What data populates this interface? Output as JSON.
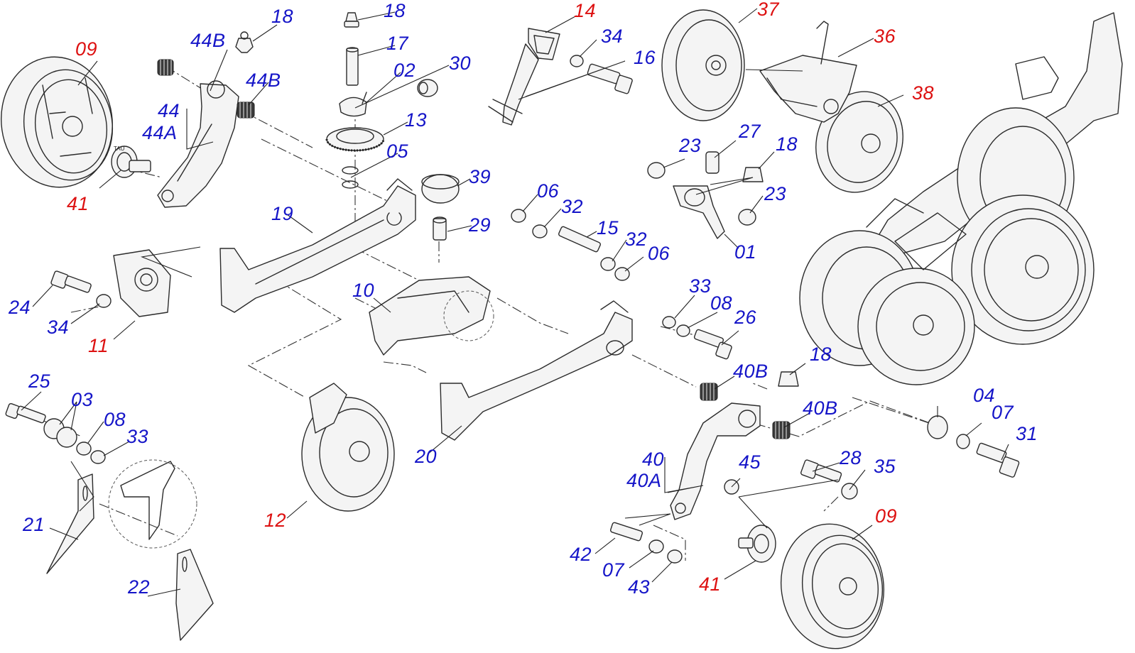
{
  "colors": {
    "blue_label": "#1515c8",
    "red_label": "#dd1111",
    "line": "#2b2b2b"
  },
  "labels": [
    {
      "text": "09",
      "color": "red"
    },
    {
      "text": "41",
      "color": "red"
    },
    {
      "text": "44B",
      "color": "blue"
    },
    {
      "text": "18",
      "color": "blue"
    },
    {
      "text": "44B",
      "color": "blue"
    },
    {
      "text": "44",
      "color": "blue"
    },
    {
      "text": "44A",
      "color": "blue"
    },
    {
      "text": "18",
      "color": "blue"
    },
    {
      "text": "17",
      "color": "blue"
    },
    {
      "text": "02",
      "color": "blue"
    },
    {
      "text": "30",
      "color": "blue"
    },
    {
      "text": "13",
      "color": "blue"
    },
    {
      "text": "05",
      "color": "blue"
    },
    {
      "text": "14",
      "color": "red"
    },
    {
      "text": "34",
      "color": "blue"
    },
    {
      "text": "16",
      "color": "blue"
    },
    {
      "text": "37",
      "color": "red"
    },
    {
      "text": "36",
      "color": "red"
    },
    {
      "text": "38",
      "color": "red"
    },
    {
      "text": "19",
      "color": "blue"
    },
    {
      "text": "39",
      "color": "blue"
    },
    {
      "text": "29",
      "color": "blue"
    },
    {
      "text": "06",
      "color": "blue"
    },
    {
      "text": "32",
      "color": "blue"
    },
    {
      "text": "15",
      "color": "blue"
    },
    {
      "text": "32",
      "color": "blue"
    },
    {
      "text": "06",
      "color": "blue"
    },
    {
      "text": "23",
      "color": "blue"
    },
    {
      "text": "27",
      "color": "blue"
    },
    {
      "text": "18",
      "color": "blue"
    },
    {
      "text": "23",
      "color": "blue"
    },
    {
      "text": "01",
      "color": "blue"
    },
    {
      "text": "24",
      "color": "blue"
    },
    {
      "text": "34",
      "color": "blue"
    },
    {
      "text": "11",
      "color": "red"
    },
    {
      "text": "10",
      "color": "blue"
    },
    {
      "text": "33",
      "color": "blue"
    },
    {
      "text": "08",
      "color": "blue"
    },
    {
      "text": "26",
      "color": "blue"
    },
    {
      "text": "25",
      "color": "blue"
    },
    {
      "text": "03",
      "color": "blue"
    },
    {
      "text": "08",
      "color": "blue"
    },
    {
      "text": "33",
      "color": "blue"
    },
    {
      "text": "40B",
      "color": "blue"
    },
    {
      "text": "18",
      "color": "blue"
    },
    {
      "text": "40B",
      "color": "blue"
    },
    {
      "text": "04",
      "color": "blue"
    },
    {
      "text": "07",
      "color": "blue"
    },
    {
      "text": "31",
      "color": "blue"
    },
    {
      "text": "20",
      "color": "blue"
    },
    {
      "text": "12",
      "color": "red"
    },
    {
      "text": "40",
      "color": "blue"
    },
    {
      "text": "40A",
      "color": "blue"
    },
    {
      "text": "45",
      "color": "blue"
    },
    {
      "text": "28",
      "color": "blue"
    },
    {
      "text": "35",
      "color": "blue"
    },
    {
      "text": "21",
      "color": "blue"
    },
    {
      "text": "22",
      "color": "blue"
    },
    {
      "text": "42",
      "color": "blue"
    },
    {
      "text": "07",
      "color": "blue"
    },
    {
      "text": "43",
      "color": "blue"
    },
    {
      "text": "41",
      "color": "red"
    },
    {
      "text": "09",
      "color": "red"
    },
    {
      "text": "TAU",
      "color": "line"
    }
  ]
}
